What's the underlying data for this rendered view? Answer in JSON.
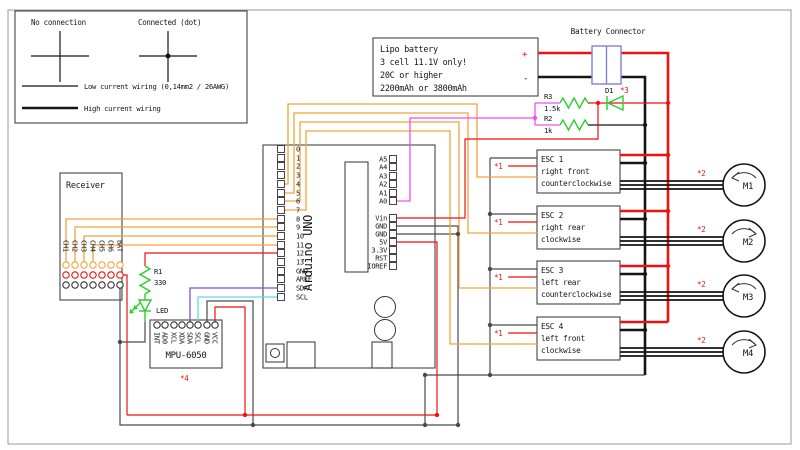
{
  "legend": {
    "no_connection": "No connection",
    "connected": "Connected (dot)",
    "low_current": "Low current wiring (0,14mm2 / 26AWG)",
    "high_current": "High current wiring"
  },
  "battery": {
    "line1": "Lipo battery",
    "line2": "3 cell 11.1V only!",
    "line3": "20C or higher",
    "line4": "2200mAh or 3800mAh",
    "plus": "+",
    "minus": "-"
  },
  "battery_connector": {
    "label": "Battery Connector"
  },
  "voltage_divider": {
    "r3": "R3",
    "r3_value": "1.5k",
    "r2": "R2",
    "r2_value": "1k",
    "d1": "D1",
    "d1_note": "*3"
  },
  "receiver": {
    "title": "Receiver",
    "pins": [
      "CH1",
      "CH2",
      "CH3",
      "CH4",
      "CH5",
      "CH6",
      "BAT"
    ]
  },
  "led_circuit": {
    "r1": "R1",
    "r1_value": "330",
    "led": "LED"
  },
  "mpu": {
    "title": "MPU-6050",
    "note": "*4",
    "pins": [
      "INT",
      "AD0",
      "XCL",
      "XDA",
      "SDA",
      "SCL",
      "GND",
      "VCC"
    ]
  },
  "arduino": {
    "title": "Arduino UNO",
    "left_pins": [
      "0",
      "1",
      "2",
      "3",
      "4",
      "5",
      "6",
      "7",
      "8",
      "9",
      "10",
      "11",
      "12",
      "13",
      "GND",
      "AREF",
      "SDA",
      "SCL"
    ],
    "right_pins": [
      "A5",
      "A4",
      "A3",
      "A2",
      "A1",
      "A0",
      "Vin",
      "GND",
      "GND",
      "5V",
      "3.3V",
      "RST",
      "IOREF"
    ]
  },
  "escs": [
    {
      "title": "ESC 1",
      "position": "right front",
      "rotation": "counterclockwise",
      "note": "*1"
    },
    {
      "title": "ESC 2",
      "position": "right rear",
      "rotation": "clockwise",
      "note": "*1"
    },
    {
      "title": "ESC 3",
      "position": "left rear",
      "rotation": "counterclockwise",
      "note": "*1"
    },
    {
      "title": "ESC 4",
      "position": "left front",
      "rotation": "clockwise",
      "note": "*1"
    }
  ],
  "motors": [
    {
      "label": "M1",
      "note": "*2",
      "direction": "counterclockwise"
    },
    {
      "label": "M2",
      "note": "*2",
      "direction": "clockwise"
    },
    {
      "label": "M3",
      "note": "*2",
      "direction": "counterclockwise"
    },
    {
      "label": "M4",
      "note": "*2",
      "direction": "clockwise"
    }
  ],
  "colors": {
    "wire_orange": "#f2a33c",
    "wire_red": "#ee1111",
    "wire_black": "#151515",
    "wire_gray": "#4a4a4a",
    "wire_magenta": "#f24df2",
    "wire_purple": "#7d4ee0",
    "wire_cyan": "#5fd8e8",
    "component_green": "#2ecc2e",
    "connector_blue": "#8080d8",
    "note_red": "#ee1111"
  }
}
